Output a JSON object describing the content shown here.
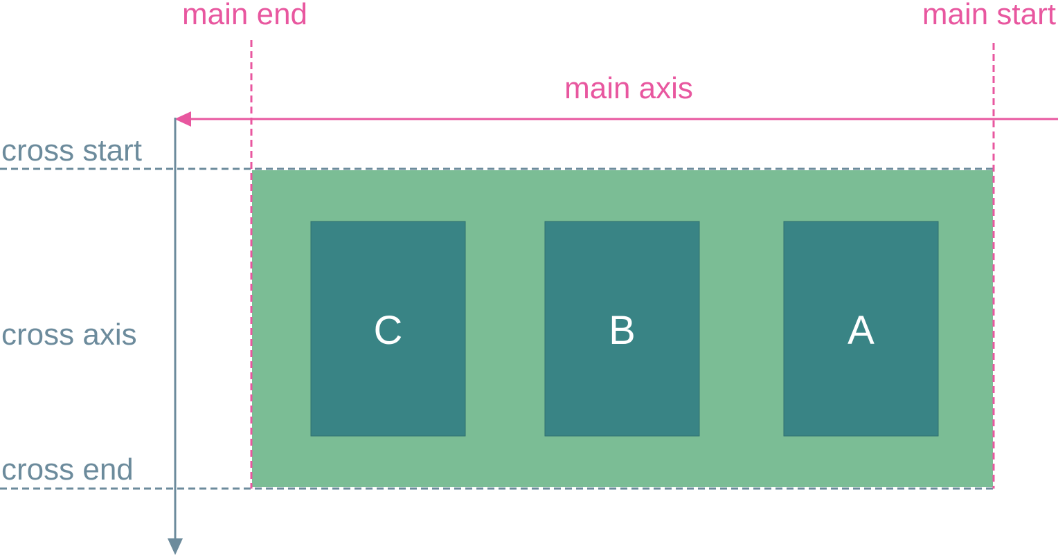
{
  "labels": {
    "main_end": "main end",
    "main_start": "main start",
    "main_axis": "main axis",
    "cross_start": "cross start",
    "cross_axis": "cross axis",
    "cross_end": "cross end"
  },
  "items": [
    {
      "label": "C"
    },
    {
      "label": "B"
    },
    {
      "label": "A"
    }
  ],
  "colors": {
    "main_axis": "#e8579f",
    "cross_axis": "#6c8b9c",
    "container": "#7bbd95",
    "item": "#398485"
  }
}
